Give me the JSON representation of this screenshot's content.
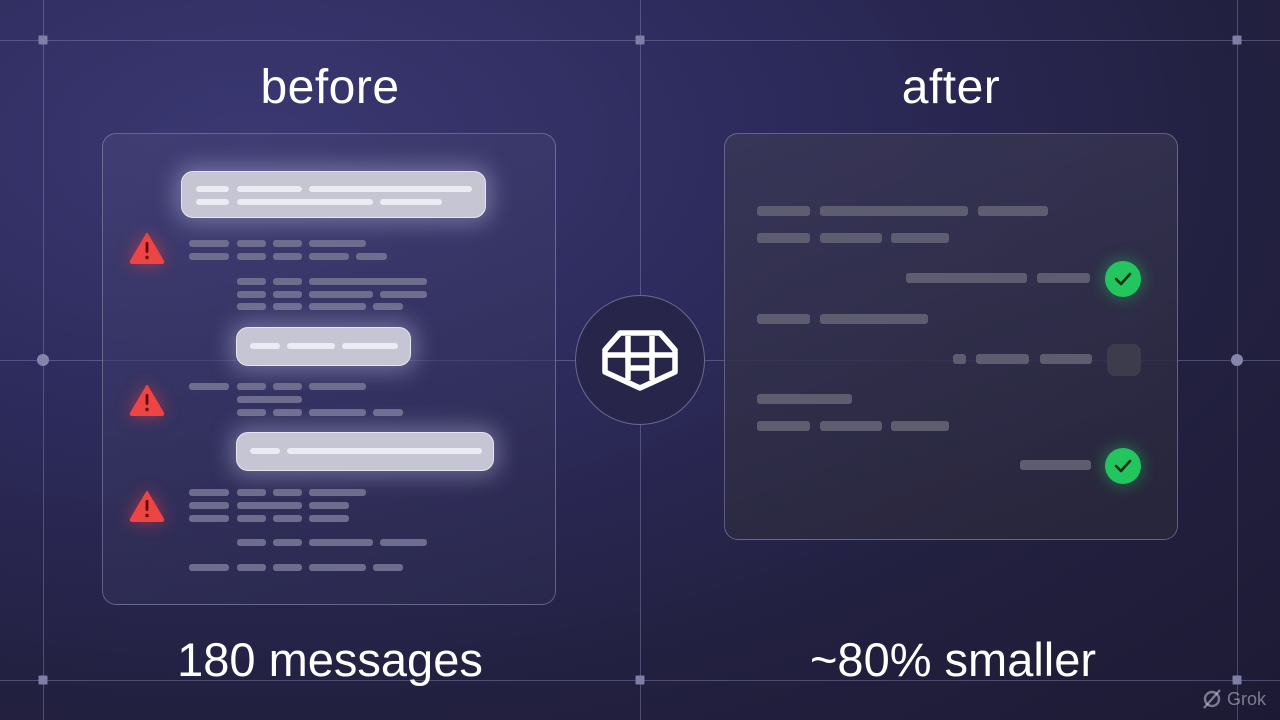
{
  "headings": {
    "before": "before",
    "after": "after"
  },
  "captions": {
    "before": "180 messages",
    "after": "~80% smaller"
  },
  "center_icon": "compression-hub-icon",
  "watermark": {
    "label": "Grok",
    "icon": "grok-logo-icon"
  },
  "colors": {
    "background": "#2d2b5c",
    "warning": "#ef4444",
    "success": "#22c55e",
    "bubble": "#c6c5d4",
    "grid_line": "#6f6e9e"
  },
  "before_card": {
    "warnings": 3,
    "highlighted_messages": 3
  },
  "after_card": {
    "checked_items": 2,
    "pending_items": 1
  }
}
